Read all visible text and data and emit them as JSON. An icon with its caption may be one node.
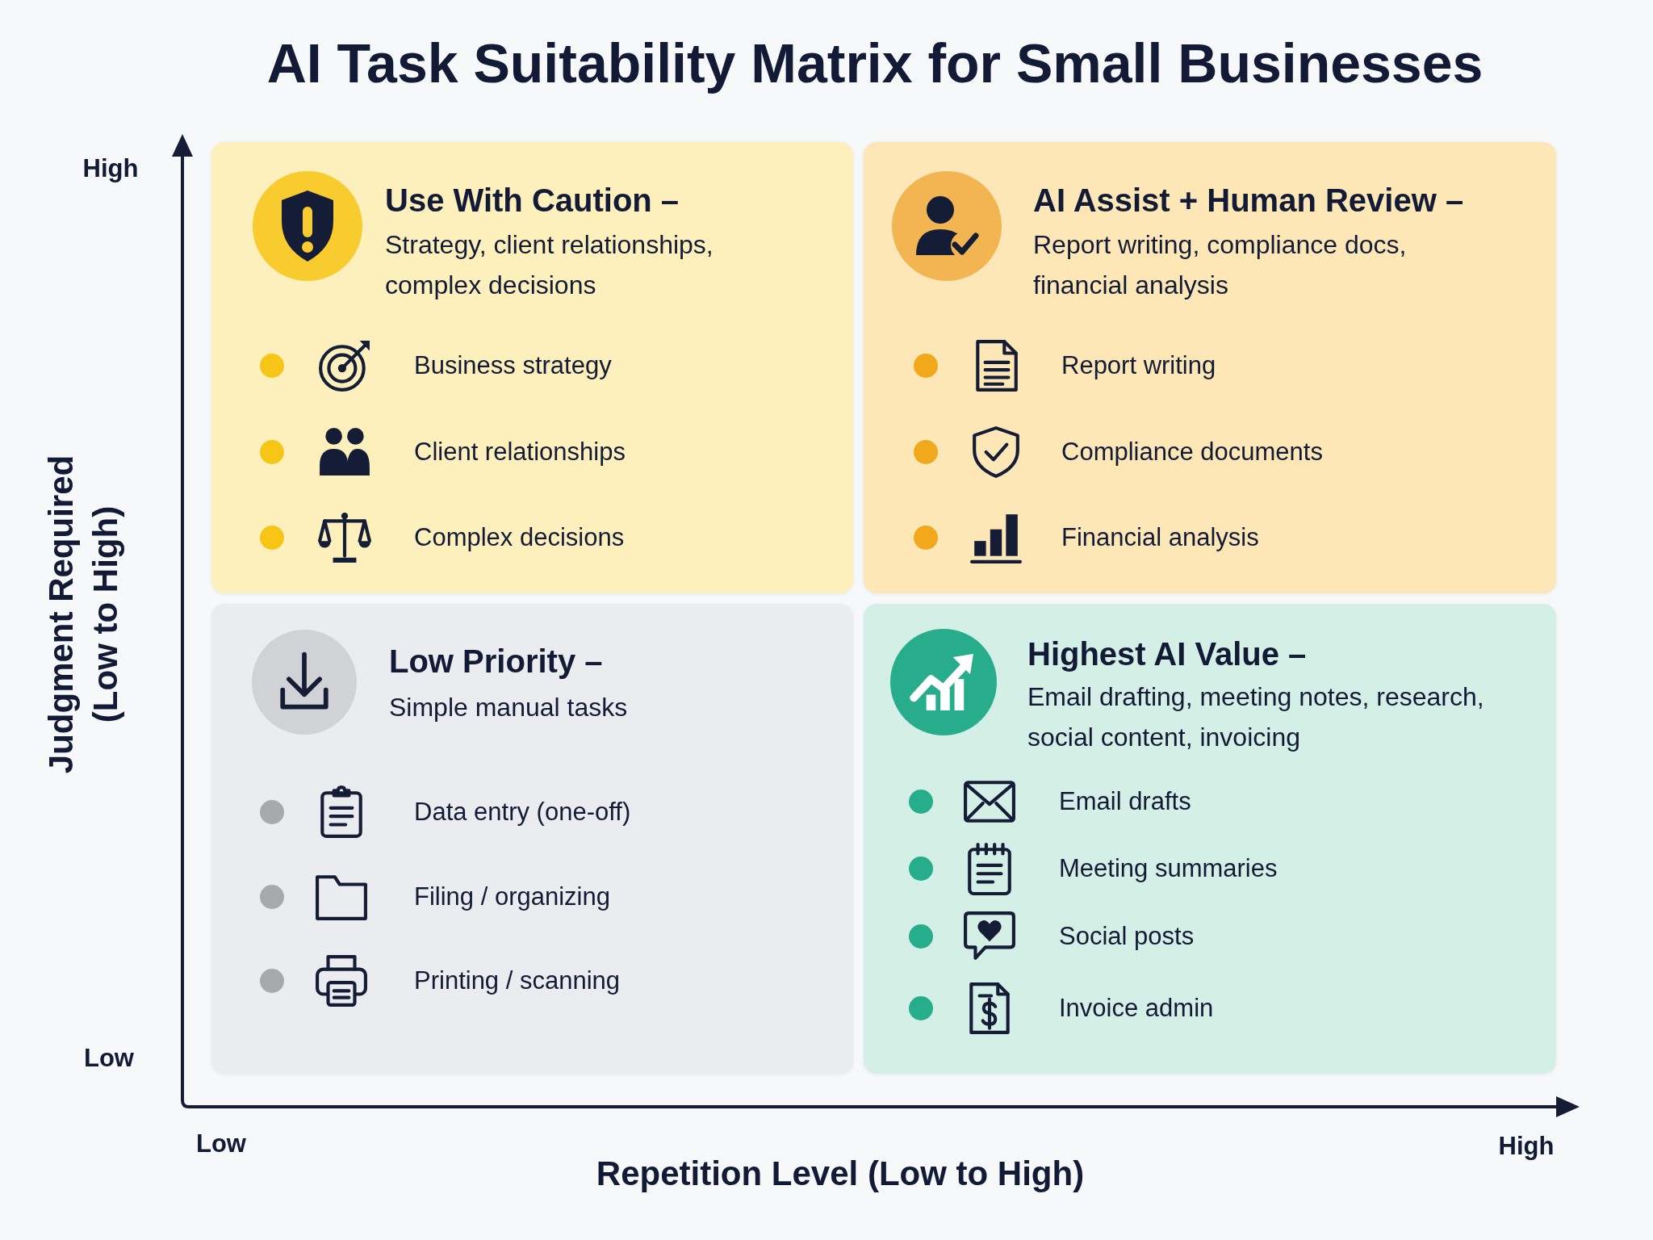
{
  "diagram": {
    "title": "AI Task Suitability Matrix for Small Businesses",
    "nodes": [
      {
        "text": [
          "Use With Caution –",
          "Strategy, client relationships, complex decisions",
          "Business strategy",
          "Client relationships",
          "Complex decisions"
        ]
      },
      {
        "text": [
          "AI Assist + Human Review –",
          "Report writing, compliance docs, financial analysis",
          "Report writing",
          "Compliance documents",
          "Financial analysis"
        ]
      },
      {
        "text": [
          "Low Priority –",
          "Simple manual tasks",
          "Data entry (one-off)",
          "Filing / organizing",
          "Printing / scanning"
        ]
      },
      {
        "text": [
          "Highest AI Value –",
          "Email drafting, meeting notes, research, social content, invoicing",
          "Email drafts",
          "Meeting summaries",
          "Social posts",
          "Invoice admin"
        ]
      }
    ],
    "labels": [
      "High",
      "Judgment Required (Low to High)",
      "Low",
      "Low",
      "High",
      "Repetition Level (Low to High)"
    ]
  }
}
